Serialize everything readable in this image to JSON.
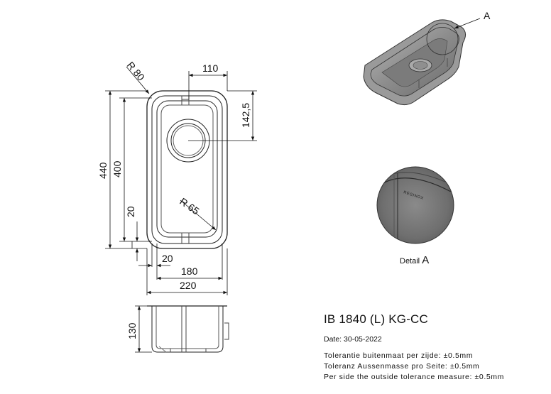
{
  "drawing": {
    "plan_dims": {
      "radius_outer": "R 80",
      "width_top": "110",
      "height_drain": "142,5",
      "height_total": "440",
      "height_inner": "400",
      "offset_bottom": "20",
      "radius_inner": "R 65",
      "offset_side": "20",
      "width_inner": "180",
      "width_total": "220"
    },
    "side_dims": {
      "depth": "130"
    },
    "detail": {
      "callout_letter": "A",
      "caption_prefix": "Detail",
      "caption_letter": "A",
      "logo_text": "REGINOX"
    }
  },
  "info": {
    "product": "IB 1840 (L) KG-CC",
    "date": "Date: 30-05-2022",
    "tolerances": [
      "Tolerantie buitenmaat per zijde: ±0.5mm",
      "Toleranz Aussenmasse pro Seite: ±0.5mm",
      "Per side the outside tolerance measure: ±0.5mm"
    ]
  }
}
